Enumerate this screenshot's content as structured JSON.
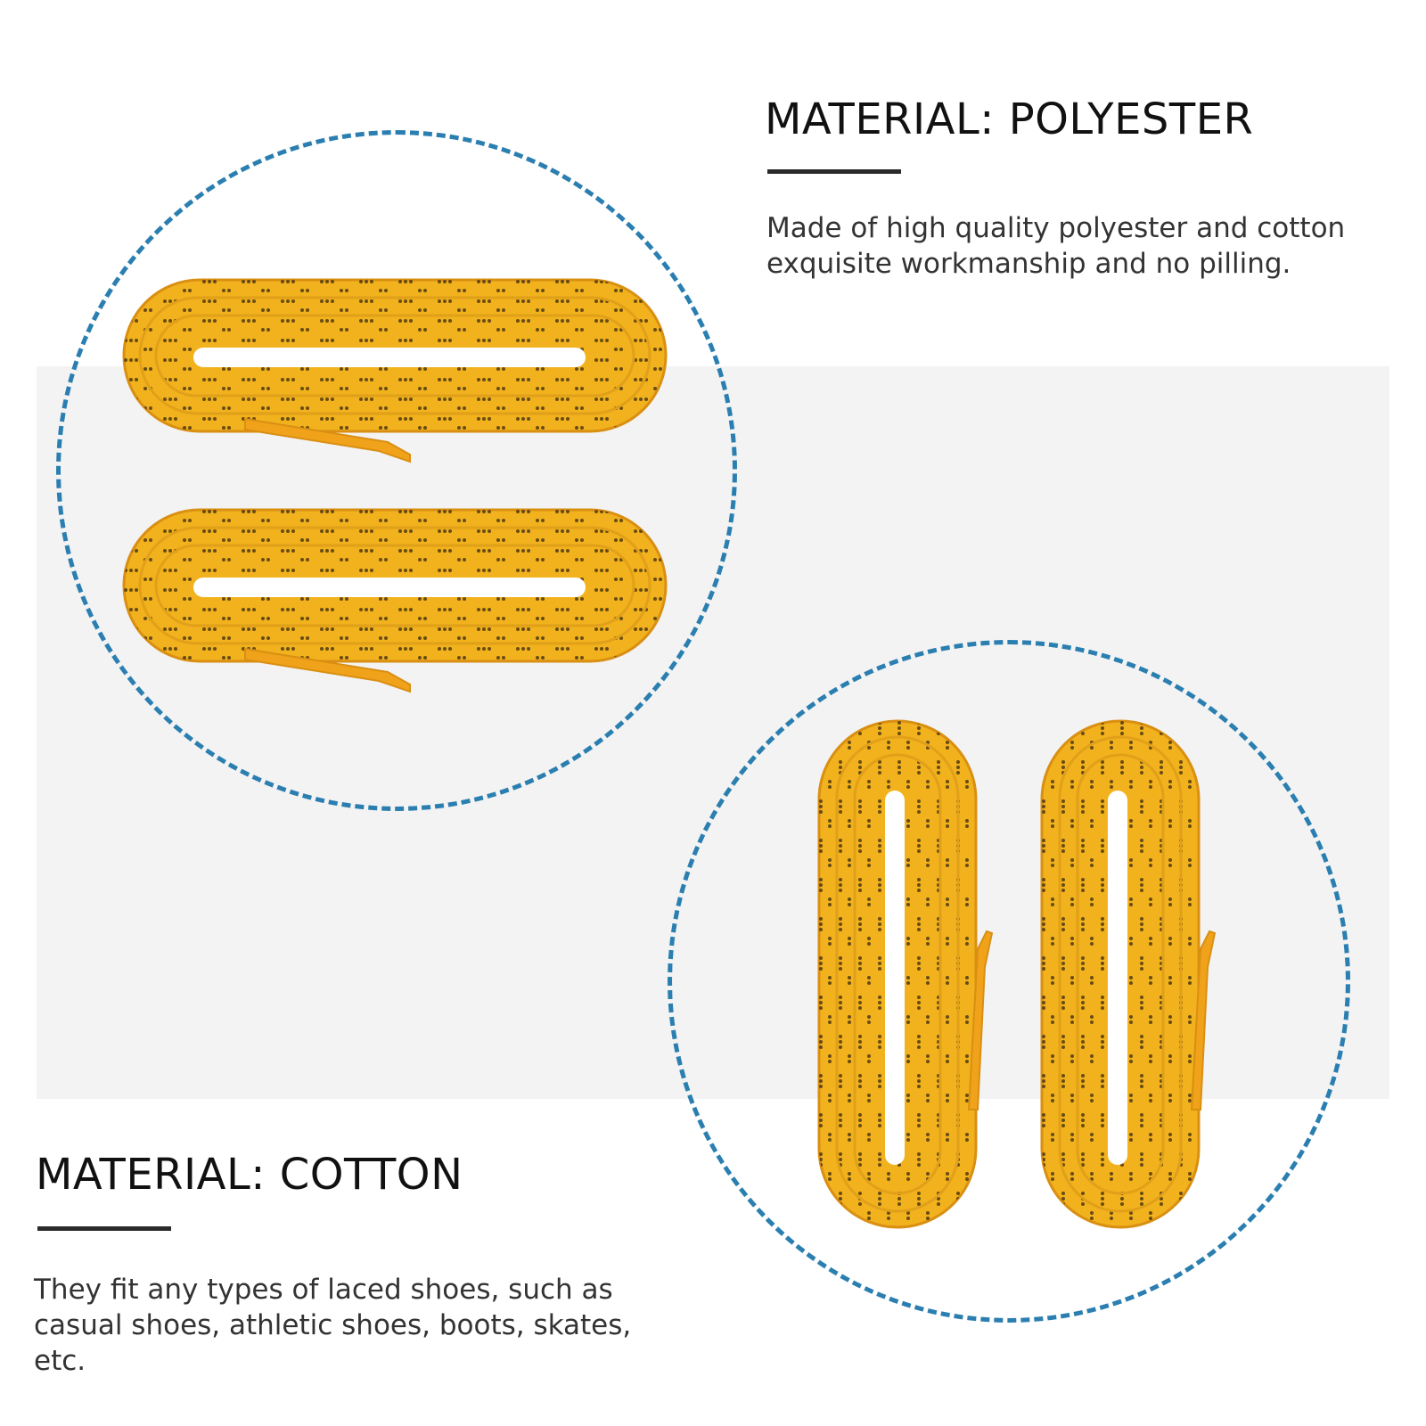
{
  "colors": {
    "band": "#f3f3f3",
    "circle_stroke": "#2b7fb0",
    "lace": "#f2b21d",
    "lace_dark": "#d98f12",
    "lace_pattern": "#3a2a10"
  },
  "icons": [
    "shoelace-coil-icon"
  ],
  "section_polyester": {
    "heading": "MATERIAL: POLYESTER",
    "description": "Made of high quality polyester and cotton exquisite workmanship and no pilling."
  },
  "section_cotton": {
    "heading": "MATERIAL: COTTON",
    "description": "They fit any types of laced shoes, such as casual shoes, athletic shoes, boots, skates, etc."
  }
}
